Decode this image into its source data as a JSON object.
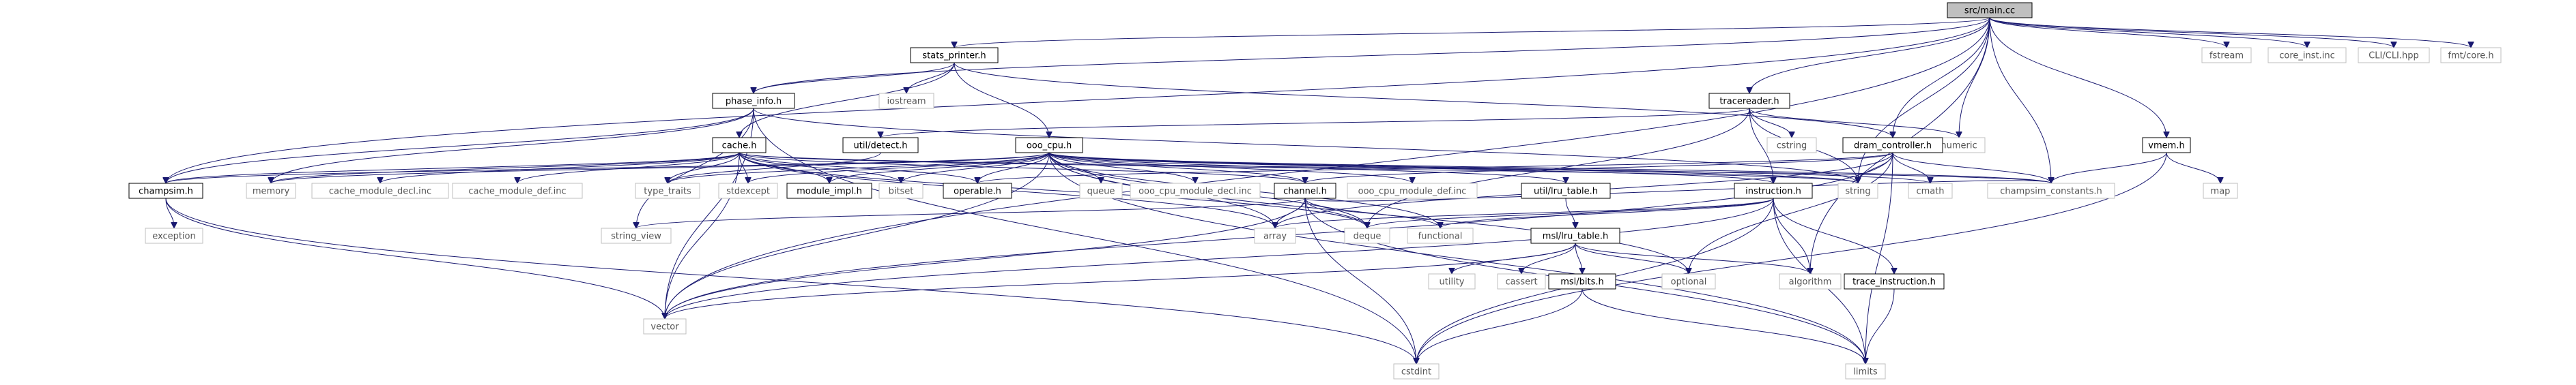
{
  "colors": {
    "edge": "#191970",
    "root_fill": "#bfbfbf",
    "project_border": "#000000",
    "system_border": "#bfbfbf"
  },
  "nodes": {
    "main": "src/main.cc",
    "stats_printer": "stats_printer.h",
    "fstream": "fstream",
    "core_inst": "core_inst.inc",
    "cli": "CLI/CLI.hpp",
    "fmt": "fmt/core.h",
    "iostream": "iostream",
    "phase_info": "phase_info.h",
    "tracereader": "tracereader.h",
    "numeric": "numeric",
    "cstring": "cstring",
    "util_detect": "util/detect.h",
    "cache": "cache.h",
    "ooo_cpu": "ooo_cpu.h",
    "dram_controller": "dram_controller.h",
    "vmem": "vmem.h",
    "champsim": "champsim.h",
    "memory": "memory",
    "cache_module_decl": "cache_module_decl.inc",
    "cache_module_def": "cache_module_def.inc",
    "type_traits": "type_traits",
    "stdexcept": "stdexcept",
    "module_impl": "module_impl.h",
    "bitset": "bitset",
    "operable": "operable.h",
    "queue": "queue",
    "ooo_cpu_module_decl": "ooo_cpu_module_decl.inc",
    "channel": "channel.h",
    "ooo_cpu_module_def": "ooo_cpu_module_def.inc",
    "util_lru_table": "util/lru_table.h",
    "instruction": "instruction.h",
    "string": "string",
    "cmath": "cmath",
    "champsim_constants": "champsim_constants.h",
    "map": "map",
    "exception": "exception",
    "string_view": "string_view",
    "array": "array",
    "deque": "deque",
    "functional": "functional",
    "msl_lru_table": "msl/lru_table.h",
    "utility": "utility",
    "cassert": "cassert",
    "msl_bits": "msl/bits.h",
    "optional": "optional",
    "algorithm": "algorithm",
    "trace_instruction": "trace_instruction.h",
    "vector": "vector",
    "cstdint": "cstdint",
    "limits": "limits"
  }
}
